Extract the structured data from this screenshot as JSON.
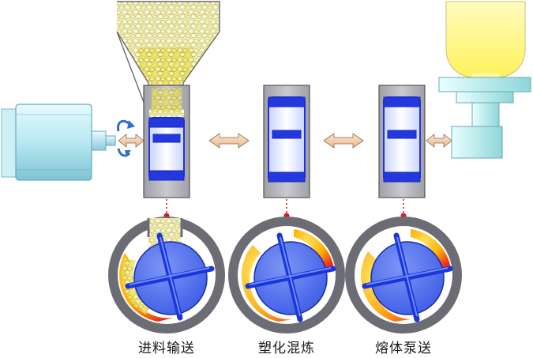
{
  "diagram": {
    "stages": [
      {
        "id": "feeding",
        "label": "进料输送"
      },
      {
        "id": "plasticizing",
        "label": "塑化混炼"
      },
      {
        "id": "melt-pumping",
        "label": "熔体泵送"
      }
    ],
    "colors": {
      "blue": "#2233dd",
      "gray": "#a9a9b3",
      "melt_yellow": "#ffd21a",
      "melt_orange": "#ff8a1a",
      "melt_red": "#ee2a18",
      "pellets": "#f1f08a",
      "motor": "#bfeaf2",
      "mold": "#bdf0ef",
      "arrow": "#f5d8b8",
      "dot": "#e0161c"
    },
    "icons": [
      "motor-icon",
      "hopper-icon",
      "rotate-arrow-icon",
      "double-arrow-icon",
      "nozzle-icon",
      "rotor-icon"
    ]
  }
}
